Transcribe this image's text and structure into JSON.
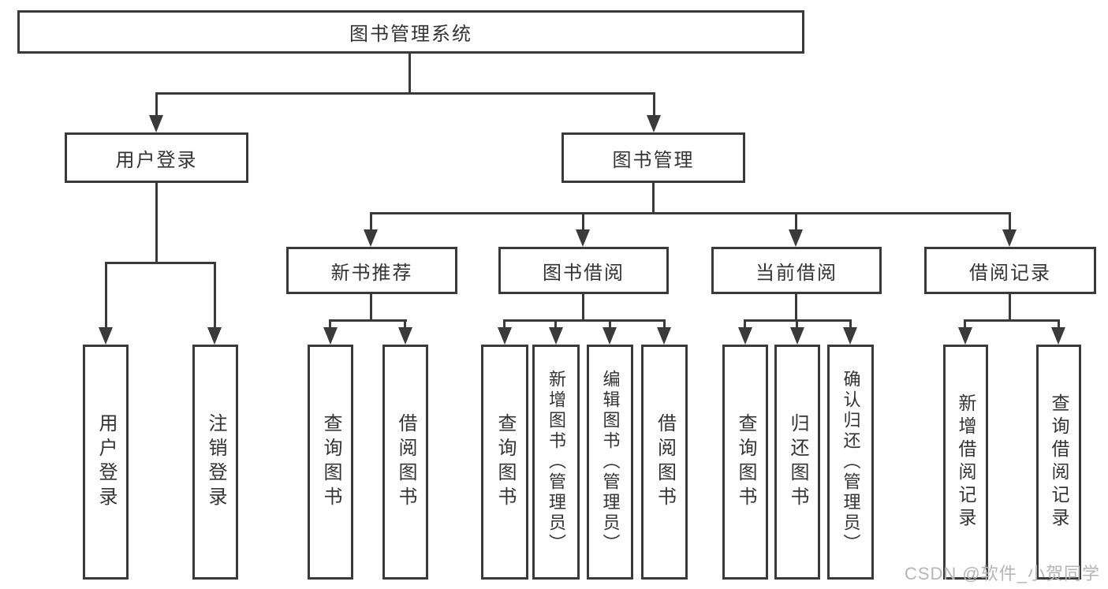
{
  "diagram": {
    "root": {
      "label": "图书管理系统"
    },
    "level1": {
      "user_login": {
        "label": "用户登录"
      },
      "book_mgmt": {
        "label": "图书管理"
      }
    },
    "level2": {
      "new_book_rec": {
        "label": "新书推荐"
      },
      "book_borrow": {
        "label": "图书借阅"
      },
      "current_borrow": {
        "label": "当前借阅"
      },
      "borrow_record": {
        "label": "借阅记录"
      }
    },
    "leaves": {
      "user_login_op": "用户登录",
      "logout": "注销登录",
      "rec_query_book": "查询图书",
      "rec_borrow_book": "借阅图书",
      "bb_query_book": "查询图书",
      "bb_add_book": "新增图书（管理员）",
      "bb_edit_book": "编辑图书（管理员）",
      "bb_borrow_book": "借阅图书",
      "cb_query_book": "查询图书",
      "cb_return_book": "归还图书",
      "cb_confirm_return": "确认归还（管理员）",
      "br_add_record": "新增借阅记录",
      "br_query_record": "查询借阅记录"
    },
    "watermark": "CSDN @软件_小贺同学",
    "colors": {
      "line": "#3a3a3a",
      "text": "#333333",
      "watermark": "#b5b5b5",
      "background": "#ffffff"
    }
  }
}
